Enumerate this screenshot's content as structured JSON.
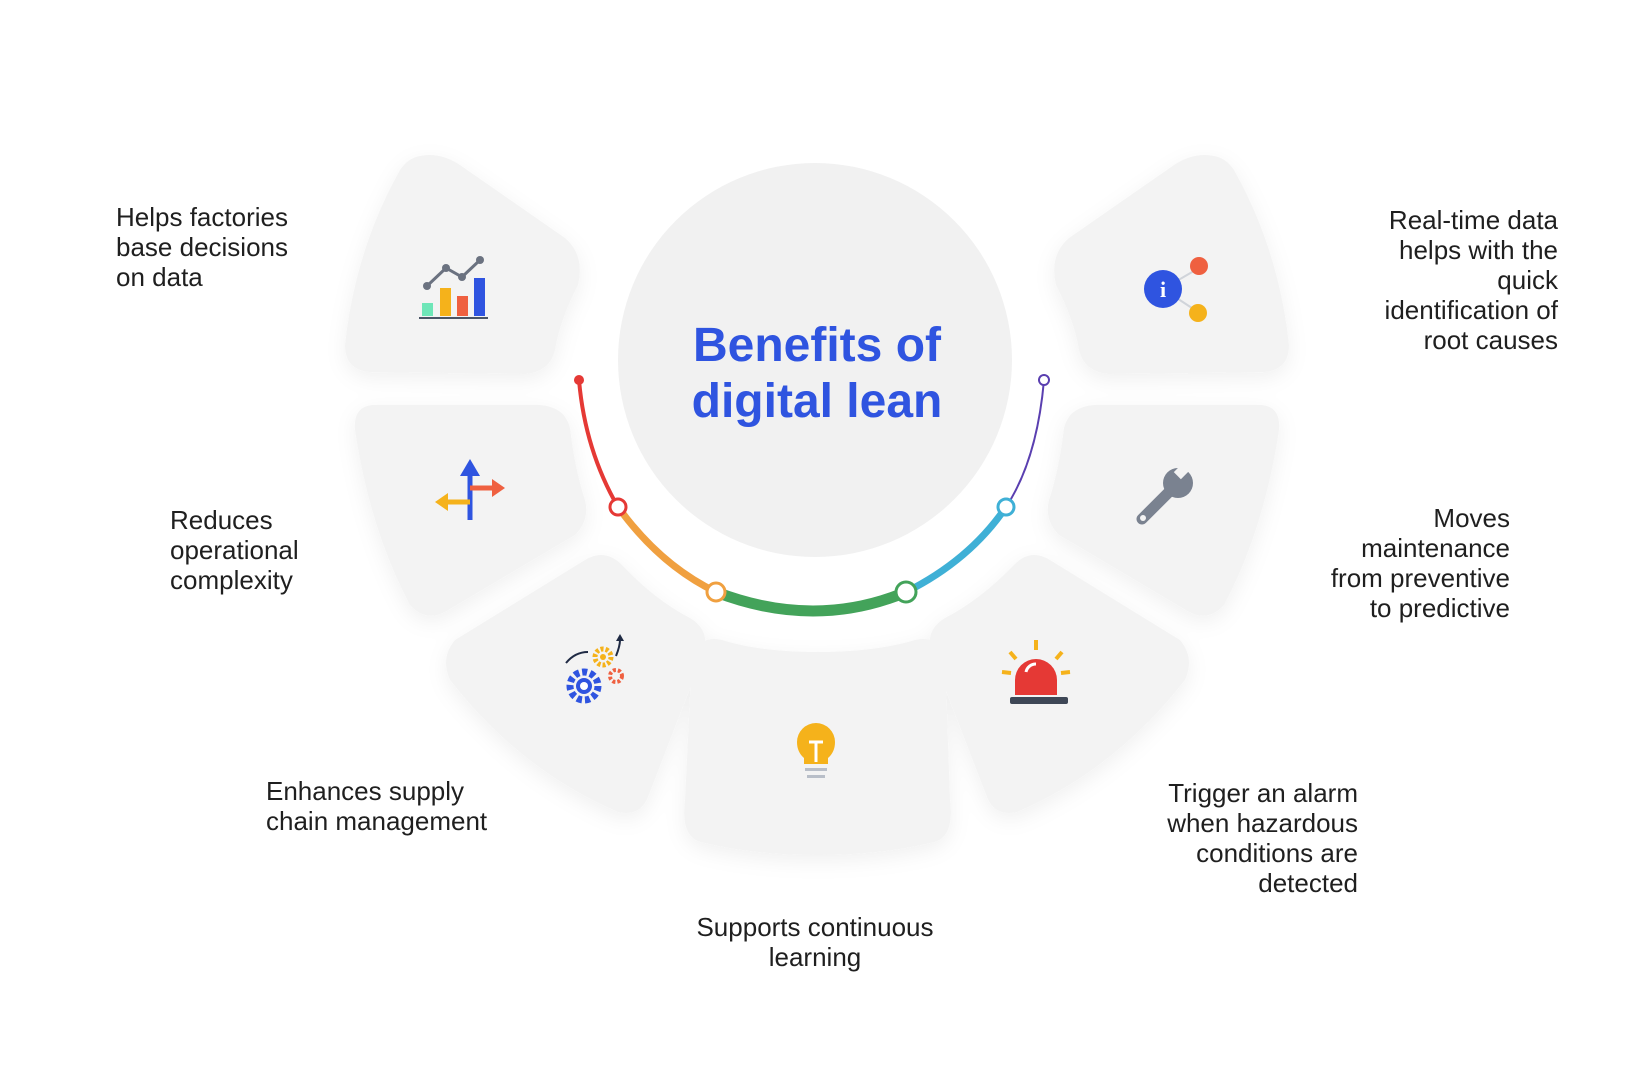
{
  "title": {
    "line1": "Benefits of",
    "line2": "digital lean"
  },
  "benefits": [
    {
      "text": "Helps factories\nbase decisions\non data",
      "icon": "bar-chart-icon"
    },
    {
      "text": "Reduces\noperational\ncomplexity",
      "icon": "direction-arrows-icon"
    },
    {
      "text": "Enhances supply\nchain management",
      "icon": "gears-icon"
    },
    {
      "text": "Supports continuous\nlearning",
      "icon": "lightbulb-icon"
    },
    {
      "text": "Trigger an alarm\nwhen hazardous\nconditions are\ndetected",
      "icon": "alarm-siren-icon"
    },
    {
      "text": "Moves\nmaintenance\nfrom preventive\nto predictive",
      "icon": "wrench-icon"
    },
    {
      "text": "Real-time data\nhelps with the\nquick\nidentification of\nroot causes",
      "icon": "info-share-icon"
    }
  ],
  "colors": {
    "title": "#2f54e0",
    "segment_fill": "#f3f3f3",
    "circle_fill": "#f1f1f1",
    "arc": [
      "#e53935",
      "#f0a040",
      "#43a35a",
      "#3fb0d6",
      "#5a3fb0"
    ]
  }
}
